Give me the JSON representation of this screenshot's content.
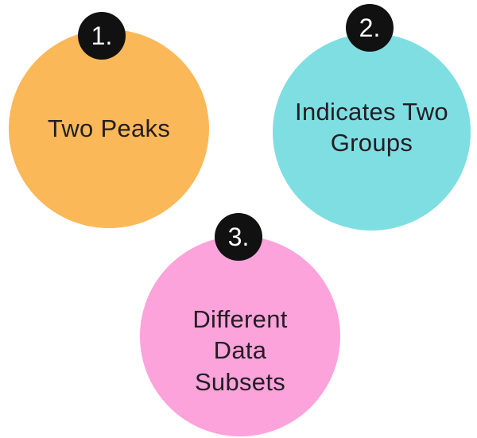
{
  "diagram": {
    "background": "#FFFFFF",
    "label_text_color": "#221E22",
    "badge": {
      "background": "#111111",
      "text_color": "#FFFFFF"
    },
    "steps": [
      {
        "number": "1.",
        "label": "Two Peaks",
        "lines": [
          "Two Peaks"
        ],
        "color": "#FBB858"
      },
      {
        "number": "2.",
        "label": "Indicates Two Groups",
        "lines": [
          "Indicates Two",
          "Groups"
        ],
        "color": "#7FDEE2"
      },
      {
        "number": "3.",
        "label": "Different Data Subsets",
        "lines": [
          "Different",
          "Data",
          "Subsets"
        ],
        "color": "#FCA3DB"
      }
    ]
  }
}
